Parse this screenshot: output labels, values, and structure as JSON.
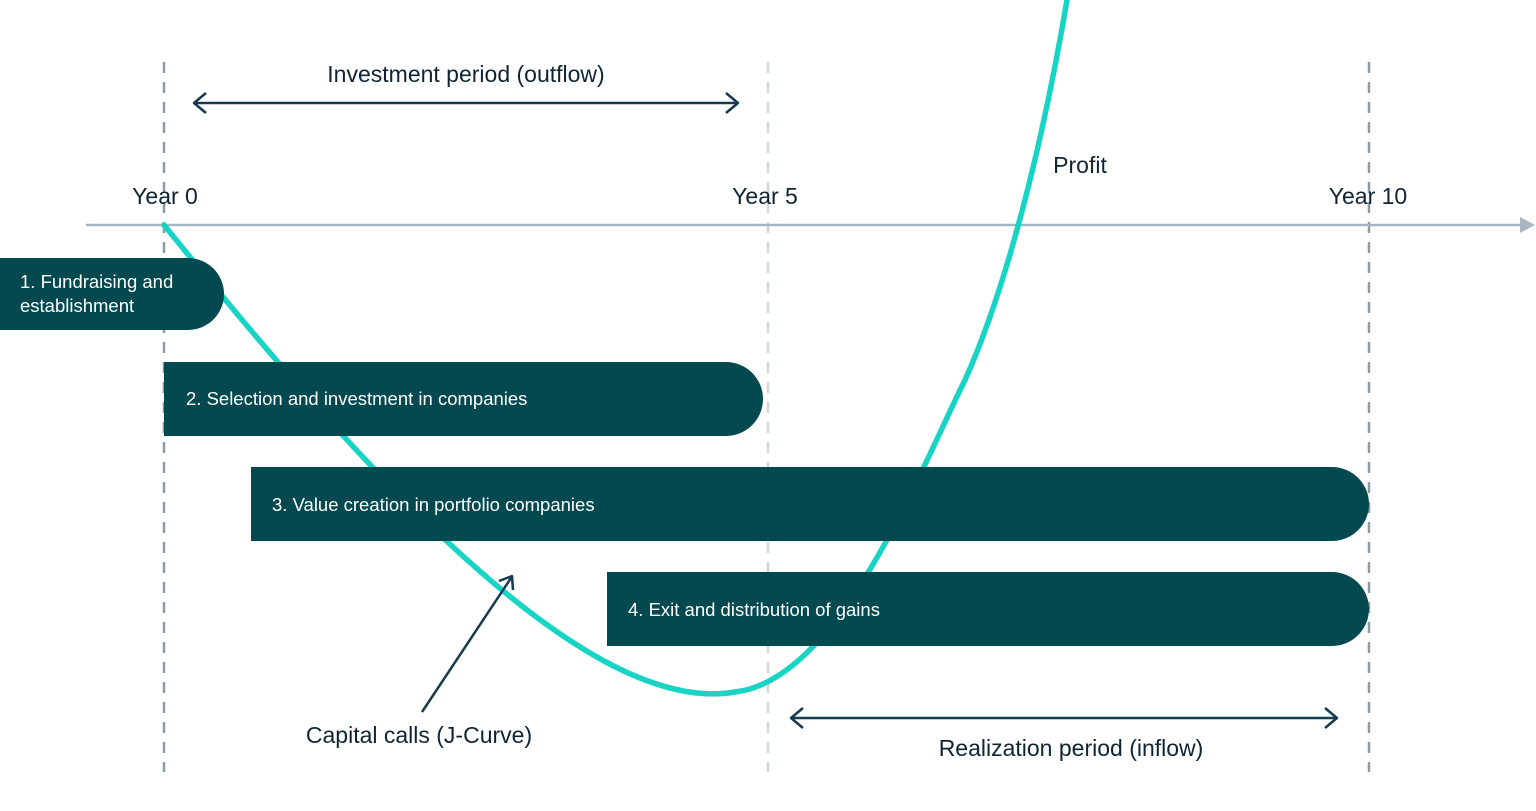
{
  "timeline": {
    "year_labels": [
      "Year 0",
      "Year 5",
      "Year 10"
    ]
  },
  "periods": {
    "investment": "Investment period (outflow)",
    "realization": "Realization period (inflow)"
  },
  "curve": {
    "profit_label": "Profit",
    "capital_calls_label": "Capital calls (J-Curve)"
  },
  "phases": [
    {
      "line1": "1. Fundraising and",
      "line2": "establishment"
    },
    {
      "line1": "2. Selection and investment in companies"
    },
    {
      "line1": "3. Value creation in portfolio companies"
    },
    {
      "line1": "4. Exit and distribution of gains"
    }
  ],
  "colors": {
    "phase_fill": "#044850",
    "curve": "#17d4c4",
    "axis": "#a7b6c2",
    "dashed_line": "#8e9ba6",
    "dashed_line_light": "#cfd7dd",
    "arrow": "#163a4f",
    "text": "#0f2433"
  }
}
